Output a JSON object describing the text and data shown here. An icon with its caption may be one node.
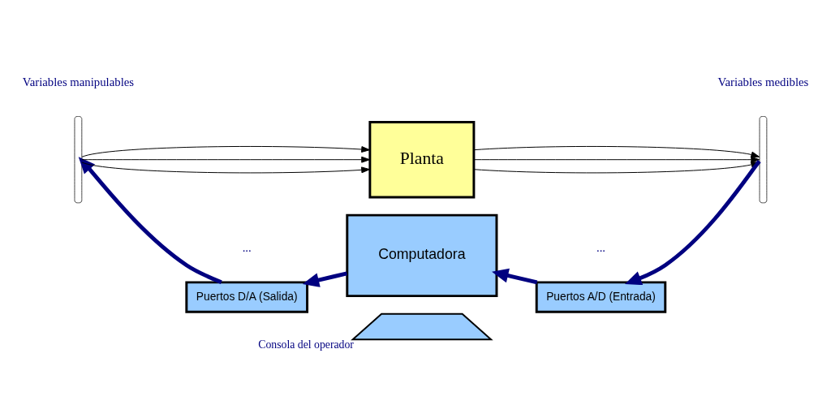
{
  "diagram": {
    "nodes": [
      {
        "text": [
          "Planta"
        ]
      },
      {
        "text": [
          "Puertos D/A (Salida)"
        ]
      },
      {
        "text": [
          "Computadora"
        ]
      },
      {
        "text": [
          "Puertos A/D (Entrada)"
        ]
      },
      {
        "text": [],
        "shape": "trapezium",
        "beside": [
          "Consola del operador"
        ]
      },
      {
        "text": [],
        "shape": "bracket"
      },
      {
        "text": [],
        "shape": "bracket"
      }
    ],
    "edges": [
      {
        "from": 5,
        "to": 0,
        "arrow": "to"
      },
      {
        "from": 5,
        "to": 0,
        "arrow": "to"
      },
      {
        "from": 5,
        "to": 0,
        "arrow": "to"
      },
      {
        "from": 0,
        "to": 6,
        "arrow": "to"
      },
      {
        "from": 0,
        "to": 6,
        "arrow": "to"
      },
      {
        "from": 0,
        "to": 6,
        "arrow": "to"
      },
      {
        "from": 1,
        "to": 5,
        "arrow": "to",
        "style": "thick",
        "color": "#000080"
      },
      {
        "from": 6,
        "to": 3,
        "arrow": "to",
        "style": "thick",
        "color": "#000080"
      },
      {
        "from": 3,
        "to": 2,
        "arrow": "to",
        "style": "thick",
        "color": "#000080"
      },
      {
        "from": 2,
        "to": 1,
        "arrow": "to",
        "style": "thick",
        "color": "#000080"
      }
    ],
    "labels": [
      "Variables manipulables",
      "...",
      "...",
      "Variables medibles"
    ]
  }
}
